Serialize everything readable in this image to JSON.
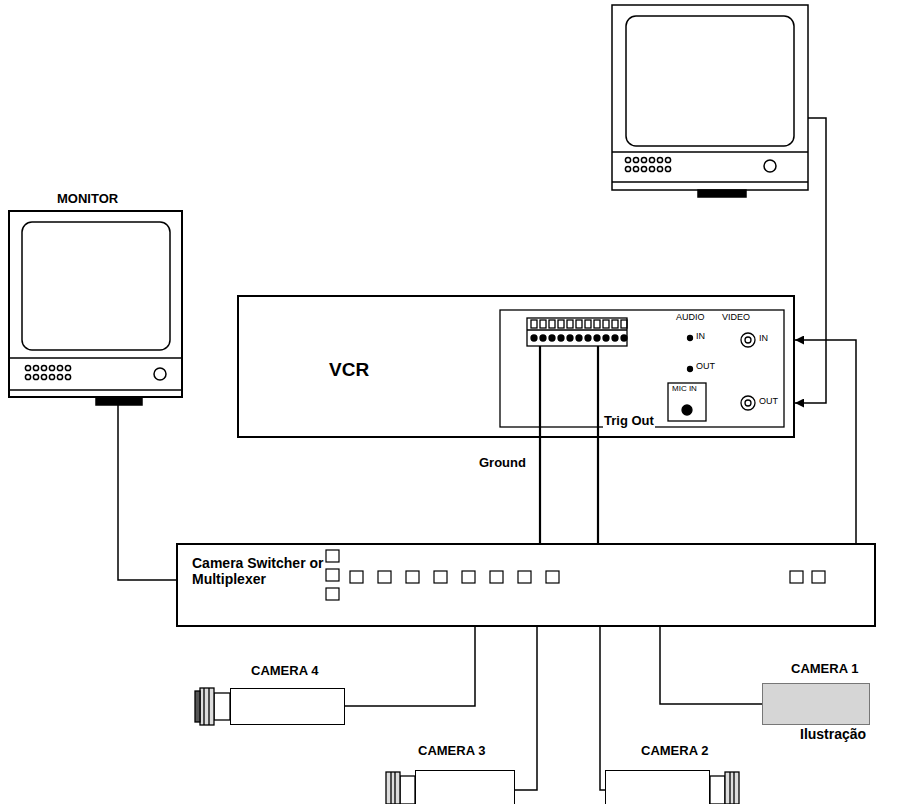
{
  "diagram": {
    "nodes": [
      {
        "text": [
          "MONITOR"
        ]
      },
      {
        "text": [
          "VCR"
        ]
      },
      {
        "text": [
          "Camera Switcher or Multiplexer"
        ]
      },
      {
        "text": [
          "CAMERA 4"
        ]
      },
      {
        "text": [
          "CAMERA 1"
        ]
      },
      {
        "text": [
          "CAMERA 3"
        ]
      },
      {
        "text": [
          "CAMERA 2"
        ]
      }
    ],
    "edges": [
      {
        "from": 0,
        "to": 2,
        "arrow": "none"
      },
      {
        "from": 1,
        "to": 2,
        "label": "Ground",
        "arrow": "none"
      },
      {
        "from": 1,
        "to": 2,
        "label": "Trig Out",
        "arrow": "none"
      },
      {
        "from": 2,
        "to": 1,
        "arrow": "to"
      },
      {
        "from": 2,
        "to": 3,
        "arrow": "none"
      },
      {
        "from": 2,
        "to": 5,
        "arrow": "none"
      },
      {
        "from": 2,
        "to": 6,
        "arrow": "none"
      },
      {
        "from": 2,
        "to": 4,
        "arrow": "none"
      }
    ],
    "labels": [
      "AUDIO",
      "VIDEO",
      "IN",
      "IN",
      "OUT",
      "OUT",
      "MIC IN",
      "Ilustração"
    ]
  }
}
